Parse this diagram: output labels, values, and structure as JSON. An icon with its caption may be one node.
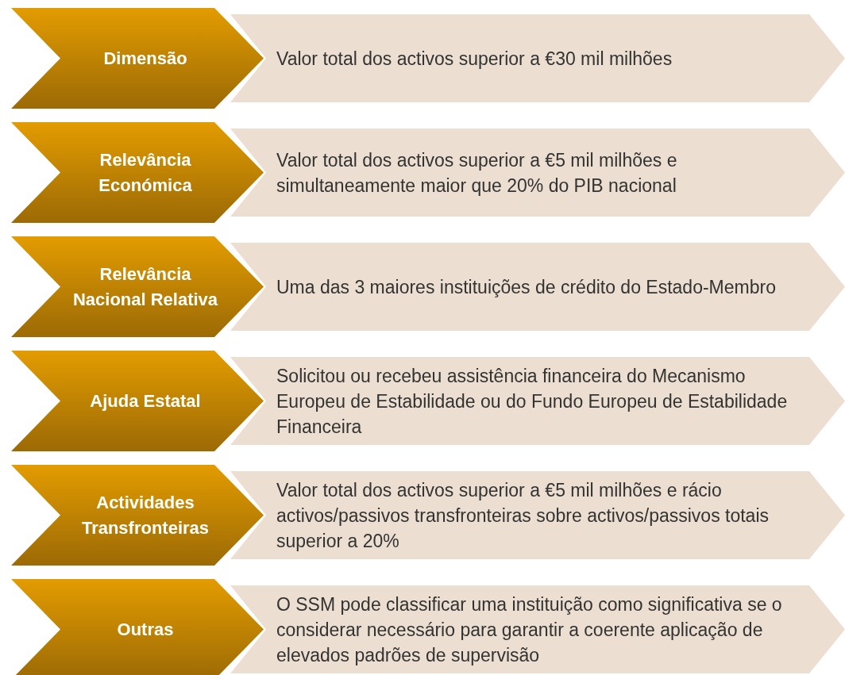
{
  "diagram": {
    "nodes": [
      {
        "text": [
          "Dimensão"
        ]
      },
      {
        "text": [
          "Valor total dos activos superior a €30 mil milhões"
        ]
      },
      {
        "text": [
          "Relevância Económica"
        ]
      },
      {
        "text": [
          "Valor total dos activos superior a €5 mil milhões e simultaneamente maior que 20% do PIB nacional"
        ]
      },
      {
        "text": [
          "Relevância Nacional Relativa"
        ]
      },
      {
        "text": [
          "Uma das 3 maiores instituições de crédito do Estado-Membro"
        ]
      },
      {
        "text": [
          "Ajuda Estatal"
        ]
      },
      {
        "text": [
          "Solicitou ou recebeu assistência financeira do Mecanismo Europeu de Estabilidade ou do Fundo Europeu de Estabilidade Financeira"
        ]
      },
      {
        "text": [
          "Actividades Transfronteiras"
        ]
      },
      {
        "text": [
          "Valor total dos activos superior a €5 mil milhões e rácio activos/passivos transfronteiras sobre activos/passivos totais superior a 20%"
        ]
      },
      {
        "text": [
          "Outras"
        ]
      },
      {
        "text": [
          "O SSM pode classificar uma instituição como significativa se o considerar necessário para garantir a coerente aplicação de elevados padrões de supervisão"
        ]
      }
    ],
    "edges": []
  }
}
